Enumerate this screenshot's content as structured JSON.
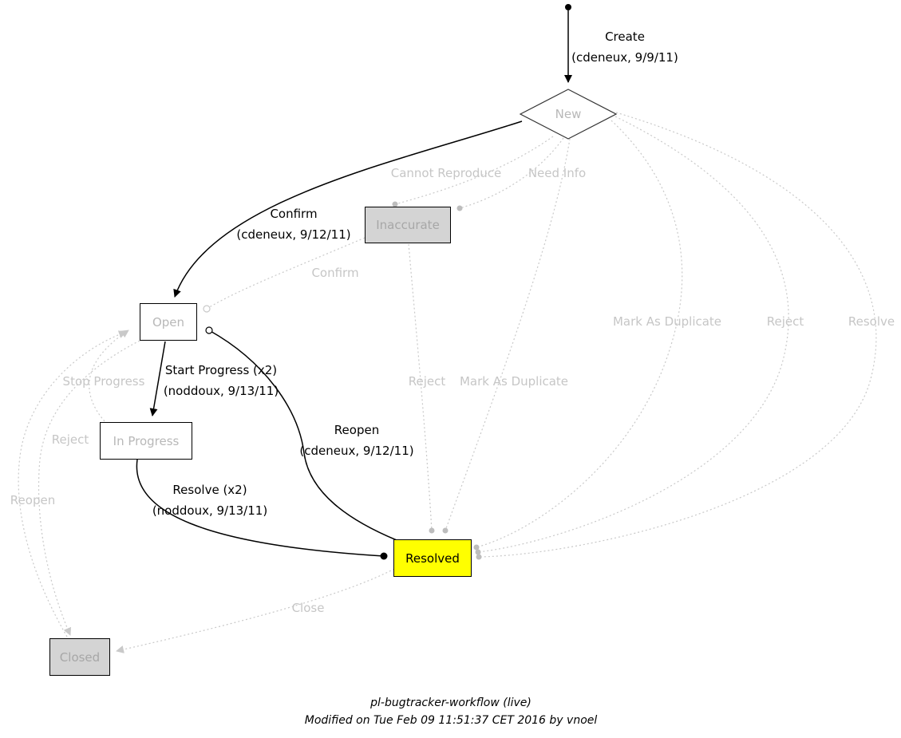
{
  "diagram": {
    "title": "pl-bugtracker-workflow (live)",
    "modified": "Modified on Tue Feb 09 11:51:37 CET 2016 by vnoel"
  },
  "nodes": {
    "new": {
      "label": "New",
      "shape": "diamond",
      "state": "inactive"
    },
    "inaccurate": {
      "label": "Inaccurate",
      "shape": "rect",
      "state": "inactive-filled"
    },
    "open": {
      "label": "Open",
      "shape": "rect",
      "state": "inactive"
    },
    "in_progress": {
      "label": "In Progress",
      "shape": "rect",
      "state": "inactive"
    },
    "resolved": {
      "label": "Resolved",
      "shape": "rect",
      "state": "active"
    },
    "closed": {
      "label": "Closed",
      "shape": "rect",
      "state": "inactive-filled"
    }
  },
  "edges": {
    "create": {
      "label": "Create",
      "detail": "(cdeneux, 9/9/11)",
      "from": "start",
      "to": "New",
      "state": "active"
    },
    "confirm": {
      "label": "Confirm",
      "detail": "(cdeneux, 9/12/11)",
      "from": "New",
      "to": "Open",
      "state": "active"
    },
    "start_progress": {
      "label": "Start Progress (x2)",
      "detail": "(noddoux, 9/13/11)",
      "from": "Open",
      "to": "In Progress",
      "state": "active"
    },
    "resolve": {
      "label": "Resolve (x2)",
      "detail": "(noddoux, 9/13/11)",
      "from": "In Progress",
      "to": "Resolved",
      "state": "active"
    },
    "reopen": {
      "label": "Reopen",
      "detail": "(cdeneux, 9/12/11)",
      "from": "Resolved",
      "to": "Open",
      "state": "active"
    },
    "cannot_reproduce": {
      "label": "Cannot Reproduce",
      "state": "inactive"
    },
    "need_info": {
      "label": "Need Info",
      "state": "inactive"
    },
    "confirm_inactive": {
      "label": "Confirm",
      "state": "inactive"
    },
    "mark_as_duplicate_right": {
      "label": "Mark As Duplicate",
      "state": "inactive"
    },
    "reject_right": {
      "label": "Reject",
      "state": "inactive"
    },
    "resolve_right": {
      "label": "Resolve",
      "state": "inactive"
    },
    "stop_progress": {
      "label": "Stop Progress",
      "state": "inactive"
    },
    "reject_mid": {
      "label": "Reject",
      "state": "inactive"
    },
    "mark_as_duplicate_mid": {
      "label": "Mark As Duplicate",
      "state": "inactive"
    },
    "reject_left": {
      "label": "Reject",
      "state": "inactive"
    },
    "reopen_left": {
      "label": "Reopen",
      "state": "inactive"
    },
    "close": {
      "label": "Close",
      "state": "inactive"
    }
  },
  "colors": {
    "active_edge": "#000000",
    "inactive_edge": "#c9c9c9",
    "inactive_text": "#c6c6c6",
    "inactive_node_text": "#b8b8b8",
    "resolved_fill": "#ffff00",
    "gray_node_fill": "#d4d4d4"
  }
}
